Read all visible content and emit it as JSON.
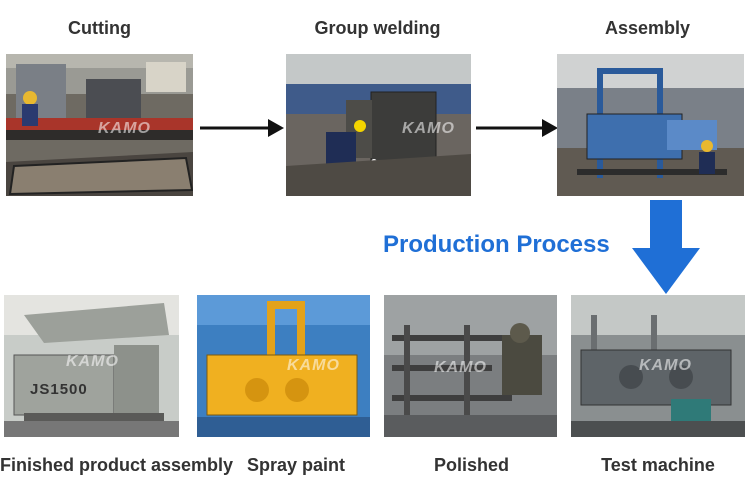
{
  "title": "Production Process",
  "watermark": "KAMO",
  "accent_color": "#1f6fd6",
  "steps": [
    {
      "label": "Cutting"
    },
    {
      "label": "Group welding"
    },
    {
      "label": "Assembly"
    },
    {
      "label": "Finished product assembly"
    },
    {
      "label": "Spray paint"
    },
    {
      "label": "Polished"
    },
    {
      "label": "Test machine"
    }
  ],
  "machine_text": "JS1500"
}
